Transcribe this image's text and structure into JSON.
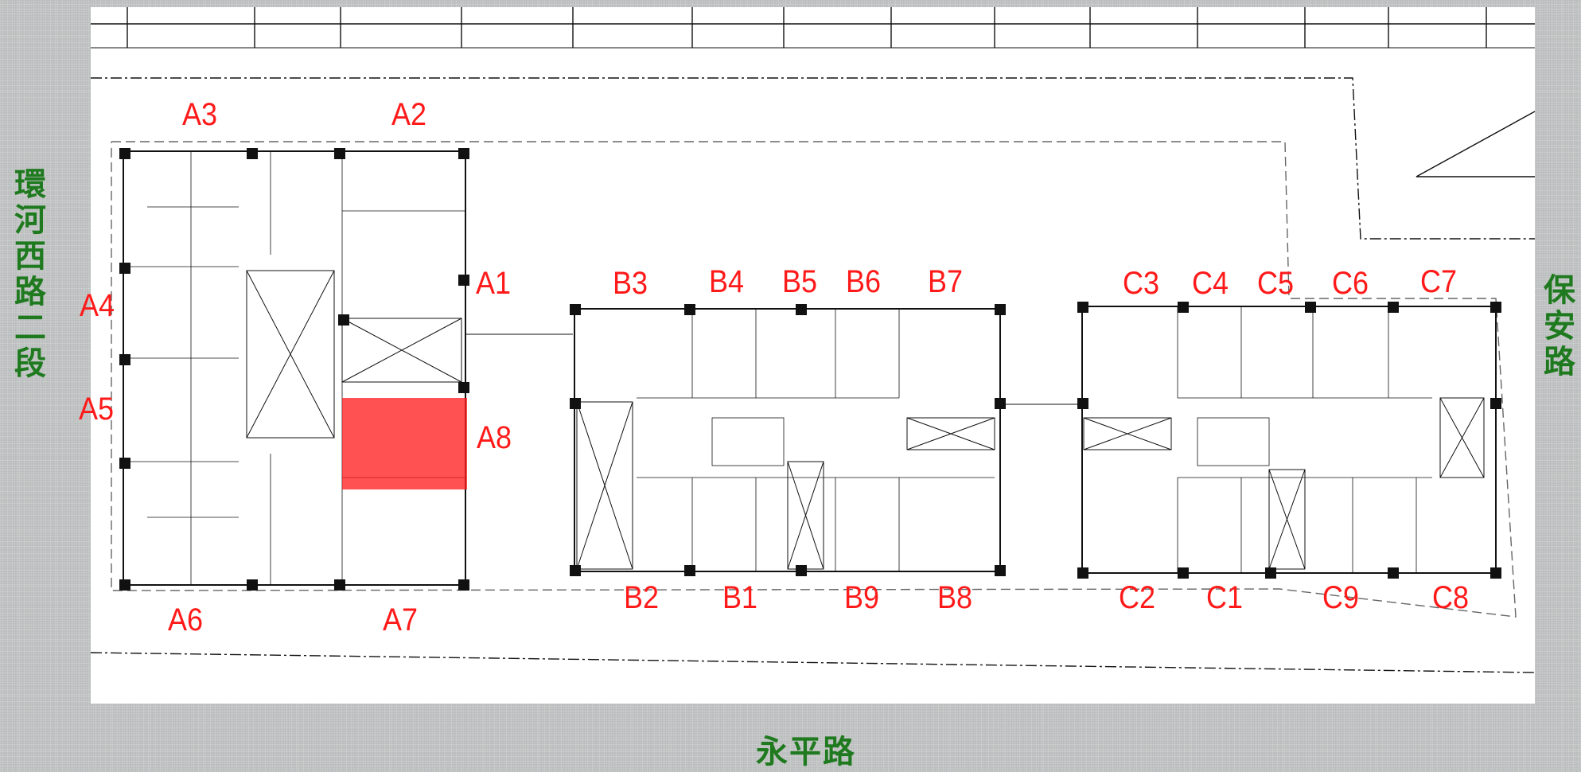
{
  "roads": {
    "west": "環河西路二段",
    "east": "保安路",
    "south": "永平路"
  },
  "highlight_color": "#ff2020",
  "label_color": "#ff1a1a",
  "road_color": "#1f7a1f",
  "selected_unit": "A8",
  "units": {
    "A1": "A1",
    "A2": "A2",
    "A3": "A3",
    "A4": "A4",
    "A5": "A5",
    "A6": "A6",
    "A7": "A7",
    "A8": "A8",
    "B1": "B1",
    "B2": "B2",
    "B3": "B3",
    "B4": "B4",
    "B5": "B5",
    "B6": "B6",
    "B7": "B7",
    "B8": "B8",
    "B9": "B9",
    "C1": "C1",
    "C2": "C2",
    "C3": "C3",
    "C4": "C4",
    "C5": "C5",
    "C6": "C6",
    "C7": "C7",
    "C8": "C8",
    "C9": "C9"
  }
}
